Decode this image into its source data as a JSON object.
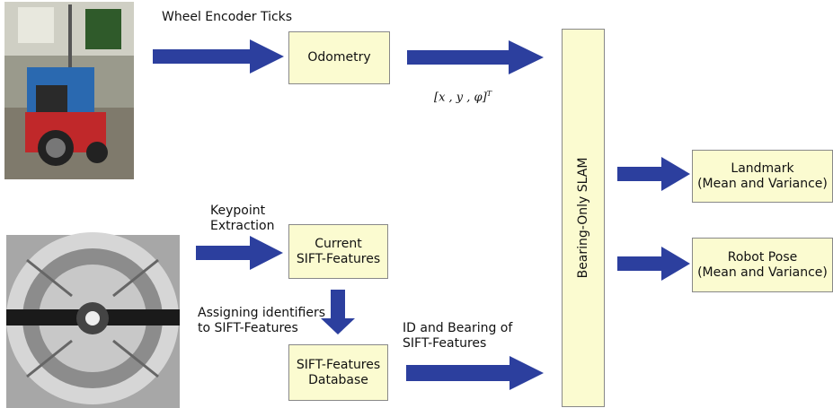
{
  "labels": {
    "wheel_encoder": "Wheel Encoder Ticks",
    "keypoint_line1": "Keypoint",
    "keypoint_line2": "Extraction",
    "assigning_line1": "Assigning identifiers",
    "assigning_line2": "to SIFT-Features",
    "id_bearing_line1": "ID and Bearing of",
    "id_bearing_line2": "SIFT-Features",
    "pose_vector": "[x , y , φ]",
    "pose_vector_sup": "T"
  },
  "boxes": {
    "odometry": "Odometry",
    "current_line1": "Current",
    "current_line2": "SIFT-Features",
    "database_line1": "SIFT-Features",
    "database_line2": "Database",
    "slam": "Bearing-Only SLAM",
    "landmark_line1": "Landmark",
    "landmark_line2": "(Mean and Variance)",
    "robot_pose_line1": "Robot Pose",
    "robot_pose_line2": "(Mean and Variance)"
  },
  "colors": {
    "arrow": "#2c3f9e",
    "box_fill": "#fbfbd0"
  }
}
